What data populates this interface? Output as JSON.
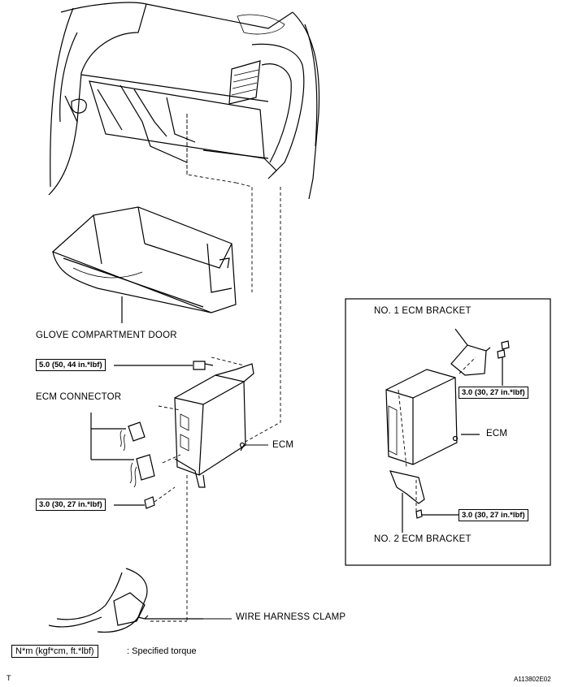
{
  "labels": {
    "glove_compartment_door": "GLOVE COMPARTMENT DOOR",
    "ecm_connector": "ECM CONNECTOR",
    "ecm_main": "ECM",
    "wire_harness_clamp": "WIRE HARNESS CLAMP",
    "no1_ecm_bracket": "NO. 1 ECM BRACKET",
    "ecm_inset": "ECM",
    "no2_ecm_bracket": "NO. 2 ECM BRACKET"
  },
  "torques": {
    "upper_main": "5.0 (50, 44 in.*lbf)",
    "lower_main": "3.0 (30, 27 in.*lbf)",
    "inset_upper": "3.0 (30, 27 in.*lbf)",
    "inset_lower": "3.0 (30, 27 in.*lbf)"
  },
  "legend": {
    "unit_box": "N*m (kgf*cm, ft.*lbf)",
    "description": ": Specified torque"
  },
  "footer": {
    "left_mark": "T",
    "figure_id": "A113802E02"
  }
}
